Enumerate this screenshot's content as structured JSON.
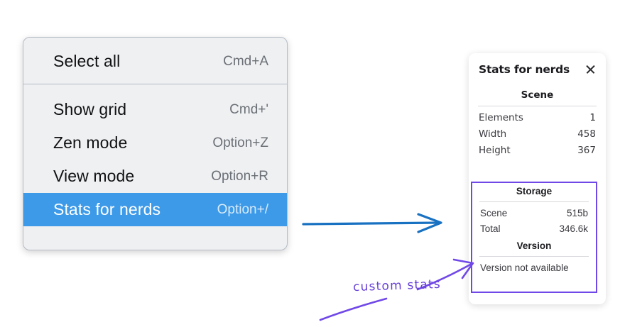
{
  "menu": {
    "groups": [
      {
        "items": [
          {
            "label": "Select all",
            "shortcut": "Cmd+A",
            "selected": false
          }
        ]
      },
      {
        "items": [
          {
            "label": "Show grid",
            "shortcut": "Cmd+'",
            "selected": false
          },
          {
            "label": "Zen mode",
            "shortcut": "Option+Z",
            "selected": false
          },
          {
            "label": "View mode",
            "shortcut": "Option+R",
            "selected": false
          },
          {
            "label": "Stats for nerds",
            "shortcut": "Option+/",
            "selected": true
          }
        ]
      }
    ],
    "selected_highlight_color": "#3d9ae8"
  },
  "stats_panel": {
    "title": "Stats for nerds",
    "close_icon": "close-icon",
    "sections": [
      {
        "heading": "Scene",
        "rows": [
          {
            "label": "Elements",
            "value": "1"
          },
          {
            "label": "Width",
            "value": "458"
          },
          {
            "label": "Height",
            "value": "367"
          }
        ]
      },
      {
        "heading": "Storage",
        "rows": [
          {
            "label": "Scene",
            "value": "515b"
          },
          {
            "label": "Total",
            "value": "346.6k"
          }
        ]
      },
      {
        "heading": "Version",
        "text": "Version not available"
      }
    ]
  },
  "annotations": {
    "handwritten_label": "custom stats",
    "handwritten_color": "#6741d9",
    "blue_arrow_color": "#1971c2",
    "purple_arrow_color": "#7048e8",
    "highlight_box_color": "#7048e8"
  }
}
